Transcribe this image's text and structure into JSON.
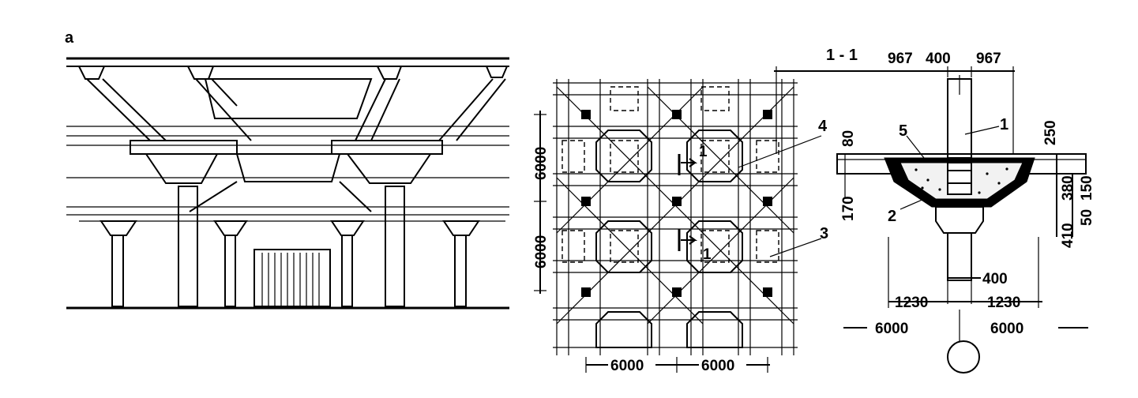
{
  "perspective": {
    "label": "a"
  },
  "plan": {
    "dim_vertical_top": "6000",
    "dim_vertical_bottom": "6000",
    "dim_horizontal_left": "6000",
    "dim_horizontal_right": "6000",
    "section_marker_top": "1",
    "section_marker_bottom": "1",
    "callout_4": "4",
    "callout_3": "3"
  },
  "section": {
    "title": "1 - 1",
    "dim_top_left": "967",
    "dim_top_mid": "400",
    "dim_top_right": "967",
    "dim_80": "80",
    "dim_250": "250",
    "dim_170": "170",
    "dim_380": "380",
    "dim_150": "150",
    "dim_410": "410",
    "dim_50": "50",
    "dim_column": "400",
    "dim_base_left": "1230",
    "dim_base_right": "1230",
    "dim_span_left": "6000",
    "dim_span_right": "6000",
    "callout_1": "1",
    "callout_2": "2",
    "callout_5": "5"
  }
}
